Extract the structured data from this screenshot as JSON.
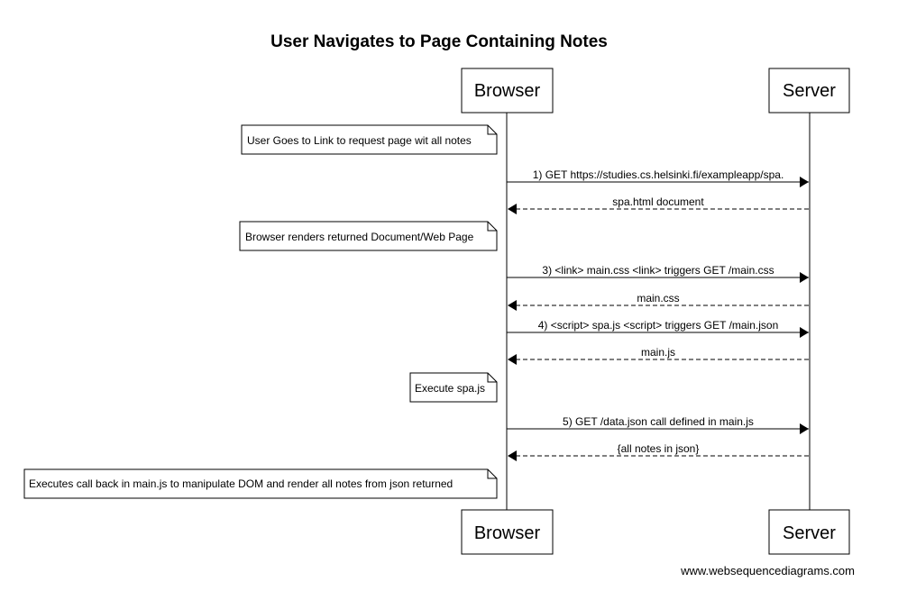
{
  "title": "User Navigates to Page Containing Notes",
  "participants": [
    {
      "id": "browser",
      "label": "Browser"
    },
    {
      "id": "server",
      "label": "Server"
    }
  ],
  "events": [
    {
      "kind": "note",
      "of": "browser",
      "text": "User Goes to Link to request page wit all notes"
    },
    {
      "kind": "message",
      "from": "browser",
      "to": "server",
      "style": "solid",
      "text": "1) GET https://studies.cs.helsinki.fi/exampleapp/spa."
    },
    {
      "kind": "message",
      "from": "server",
      "to": "browser",
      "style": "dashed",
      "text": "spa.html document"
    },
    {
      "kind": "note",
      "of": "browser",
      "text": "Browser renders returned Document/Web Page"
    },
    {
      "kind": "message",
      "from": "browser",
      "to": "server",
      "style": "solid",
      "text": "3) <link> main.css <link> triggers GET /main.css"
    },
    {
      "kind": "message",
      "from": "server",
      "to": "browser",
      "style": "dashed",
      "text": "main.css"
    },
    {
      "kind": "message",
      "from": "browser",
      "to": "server",
      "style": "solid",
      "text": "4) <script> spa.js <script> triggers GET /main.json"
    },
    {
      "kind": "message",
      "from": "server",
      "to": "browser",
      "style": "dashed",
      "text": "main.js"
    },
    {
      "kind": "note",
      "of": "browser",
      "text": "Execute spa.js"
    },
    {
      "kind": "message",
      "from": "browser",
      "to": "server",
      "style": "solid",
      "text": "5) GET /data.json call defined in main.js"
    },
    {
      "kind": "message",
      "from": "server",
      "to": "browser",
      "style": "dashed",
      "text": "{all notes in json}"
    },
    {
      "kind": "note",
      "of": "browser",
      "text": "Executes call back in main.js to manipulate DOM and render all notes from json returned"
    }
  ],
  "footer": "www.websequencediagrams.com"
}
